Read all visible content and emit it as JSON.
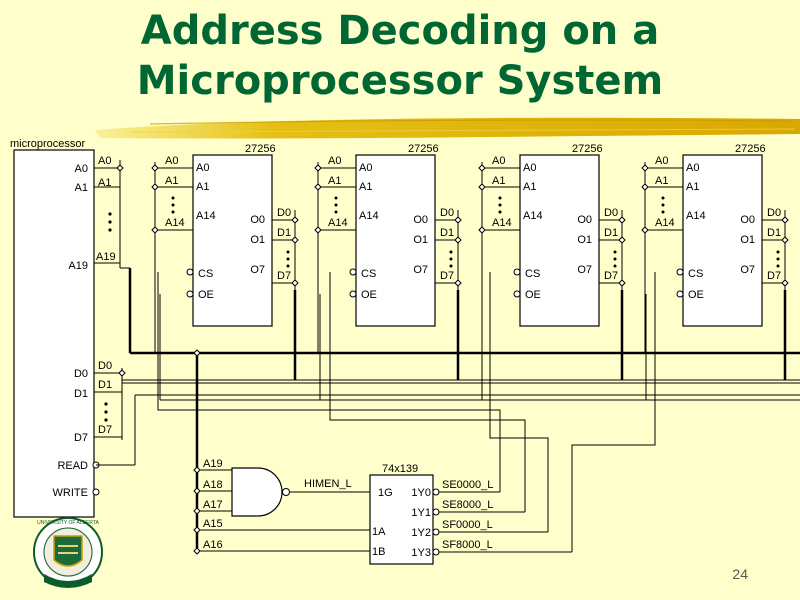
{
  "slide": {
    "title_line1": "Address Decoding on a",
    "title_line2": "Microprocessor System",
    "page_number": "24"
  },
  "microprocessor": {
    "label": "microprocessor",
    "address_pins": [
      "A0",
      "A1",
      "A19"
    ],
    "data_pins": [
      "D0",
      "D1",
      "D7"
    ],
    "control_pins": [
      "READ",
      "WRITE"
    ],
    "address_bus_labels": [
      "A0",
      "A1",
      "A19"
    ],
    "data_bus_labels": [
      "D0",
      "D1",
      "D7"
    ]
  },
  "memory_chip": {
    "part": "27256",
    "bus_labels": [
      "A0",
      "A1",
      "A14"
    ],
    "address_pins": [
      "A0",
      "A1",
      "A14"
    ],
    "output_pins": [
      "O0",
      "O1",
      "O7"
    ],
    "control_pins": [
      "CS",
      "OE"
    ],
    "data_labels": [
      "D0",
      "D1",
      "D7"
    ]
  },
  "gate": {
    "inputs": [
      "A19",
      "A18",
      "A17",
      "A15",
      "A16"
    ],
    "output": "HIMEN_L"
  },
  "decoder": {
    "part": "74x139",
    "inputs": [
      "1G",
      "1A",
      "1B"
    ],
    "outputs": [
      "1Y0",
      "1Y1",
      "1Y2",
      "1Y3"
    ],
    "output_signals": [
      "SE0000_L",
      "SE8000_L",
      "SF0000_L",
      "SF8000_L"
    ]
  },
  "logo": {
    "text": "UNIVERSITY OF ALBERTA"
  }
}
